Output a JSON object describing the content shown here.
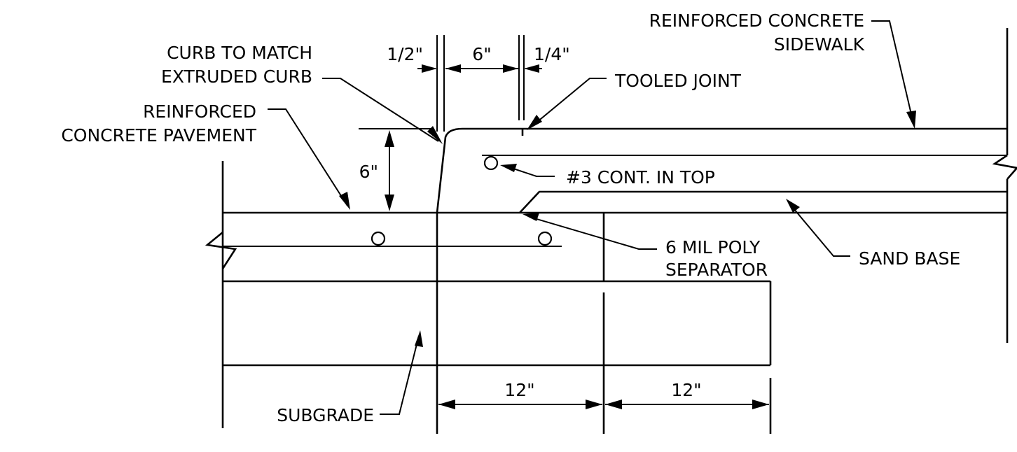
{
  "colors": {
    "line": "#000000",
    "background": "#ffffff"
  },
  "labels": {
    "sidewalk_1": "REINFORCED CONCRETE",
    "sidewalk_2": "SIDEWALK",
    "curb_1": "CURB TO MATCH",
    "curb_2": "EXTRUDED CURB",
    "tooled_joint": "TOOLED JOINT",
    "pavement_1": "REINFORCED",
    "pavement_2": "CONCRETE PAVEMENT",
    "rebar": "#3 CONT. IN TOP",
    "poly_1": "6 MIL POLY",
    "poly_2": "SEPARATOR",
    "sand_base": "SAND BASE",
    "subgrade": "SUBGRADE"
  },
  "dimensions": {
    "half_inch": "1/2\"",
    "six_top": "6\"",
    "quarter_inch": "1/4\"",
    "six_left": "6\"",
    "twelve_a": "12\"",
    "twelve_b": "12\""
  }
}
